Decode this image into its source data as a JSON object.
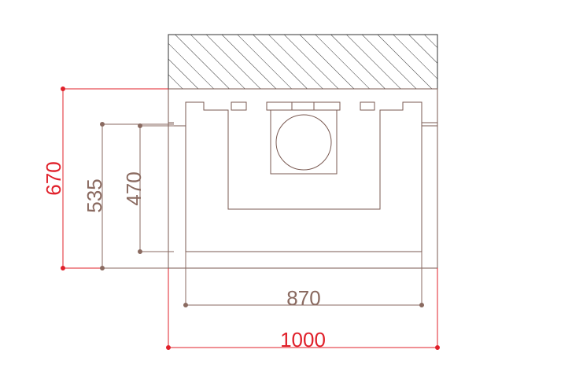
{
  "colors": {
    "outline": "#7a5a52",
    "outer_dimension": "#e0202a",
    "inner_dimension": "#8a6a60",
    "hatch": "#333333"
  },
  "dimensions": {
    "outer_width": "1000",
    "inner_width": "870",
    "outer_depth": "670",
    "mid_depth": "535",
    "inner_depth": "470"
  }
}
